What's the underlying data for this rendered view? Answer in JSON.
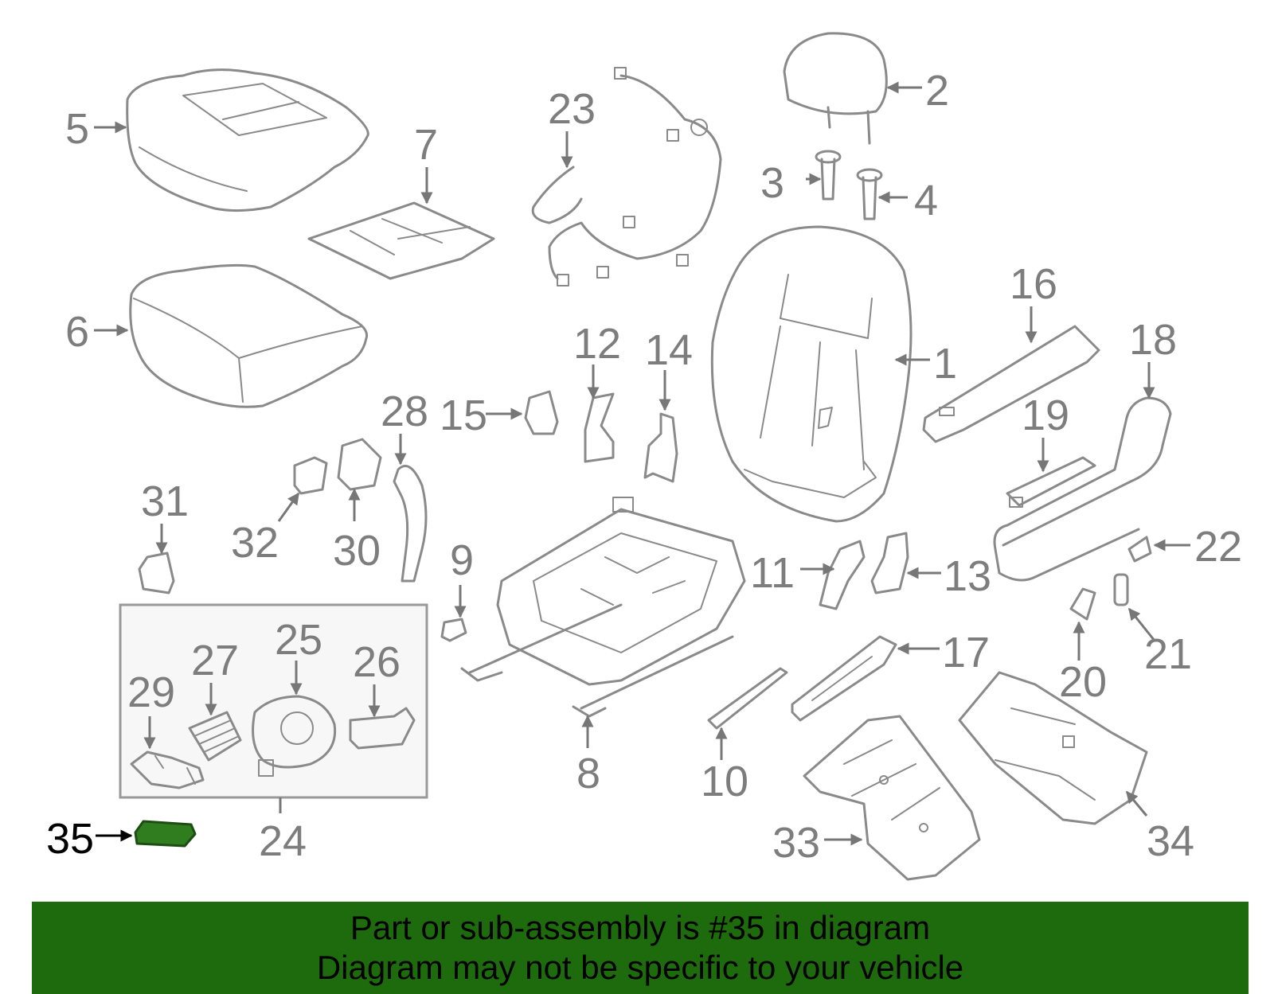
{
  "highlight_part": "35",
  "callouts": {
    "c1": "1",
    "c2": "2",
    "c3": "3",
    "c4": "4",
    "c5": "5",
    "c6": "6",
    "c7": "7",
    "c8": "8",
    "c9": "9",
    "c10": "10",
    "c11": "11",
    "c12": "12",
    "c13": "13",
    "c14": "14",
    "c15": "15",
    "c16": "16",
    "c17": "17",
    "c18": "18",
    "c19": "19",
    "c20": "20",
    "c21": "21",
    "c22": "22",
    "c23": "23",
    "c24": "24",
    "c25": "25",
    "c26": "26",
    "c27": "27",
    "c28": "28",
    "c29": "29",
    "c30": "30",
    "c31": "31",
    "c32": "32",
    "c33": "33",
    "c34": "34",
    "c35": "35"
  },
  "banner": {
    "line1": "Part or sub-assembly is #35 in diagram",
    "line2": "Diagram may not be specific to your vehicle"
  },
  "colors": {
    "banner_bg": "#1e6b0e",
    "highlight_fill": "#2f7d1f",
    "part_stroke": "#8a8a8a"
  }
}
